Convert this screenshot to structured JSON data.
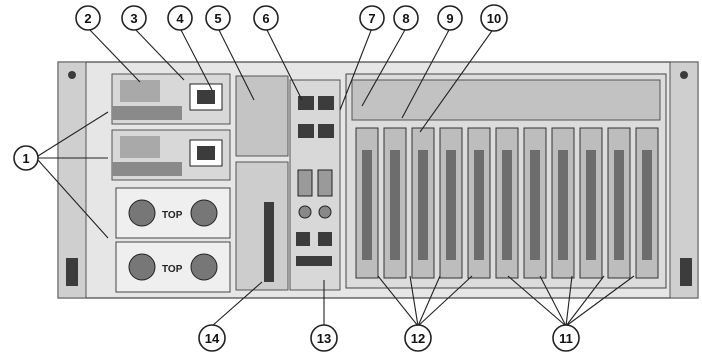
{
  "callouts": [
    {
      "id": "c1",
      "label": "1"
    },
    {
      "id": "c2",
      "label": "2"
    },
    {
      "id": "c3",
      "label": "3"
    },
    {
      "id": "c4",
      "label": "4"
    },
    {
      "id": "c5",
      "label": "5"
    },
    {
      "id": "c6",
      "label": "6"
    },
    {
      "id": "c7",
      "label": "7"
    },
    {
      "id": "c8",
      "label": "8"
    },
    {
      "id": "c9",
      "label": "9"
    },
    {
      "id": "c10",
      "label": "10"
    },
    {
      "id": "c11",
      "label": "11"
    },
    {
      "id": "c12",
      "label": "12"
    },
    {
      "id": "c13",
      "label": "13"
    },
    {
      "id": "c14",
      "label": "14"
    }
  ],
  "fan_bay": {
    "top_label_1": "TOP",
    "top_label_2": "TOP"
  }
}
